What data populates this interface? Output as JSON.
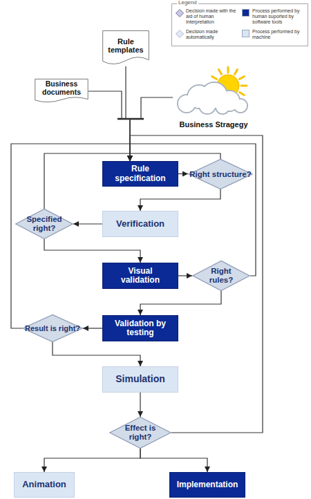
{
  "diagram": {
    "nodes": [
      {
        "text": [
          "Rule templates"
        ]
      },
      {
        "text": [
          "Business documents"
        ]
      },
      {
        "text": [
          "Business Stragegy"
        ]
      },
      {
        "text": [
          "Rule specification"
        ]
      },
      {
        "text": [
          "Right structure?"
        ]
      },
      {
        "text": [
          "Verification"
        ]
      },
      {
        "text": [
          "Specified right?"
        ]
      },
      {
        "text": [
          "Visual validation"
        ]
      },
      {
        "text": [
          "Right rules?"
        ]
      },
      {
        "text": [
          "Validation by testing"
        ]
      },
      {
        "text": [
          "Result is right?"
        ]
      },
      {
        "text": [
          "Simulation"
        ]
      },
      {
        "text": [
          "Effect is right?"
        ]
      },
      {
        "text": [
          "Animation"
        ]
      },
      {
        "text": [
          "Implementation"
        ]
      }
    ],
    "edges": [
      {
        "from": 0,
        "to": 3,
        "arrow": "to"
      },
      {
        "from": 1,
        "to": 3,
        "arrow": "to"
      },
      {
        "from": 2,
        "to": 3,
        "arrow": "to"
      },
      {
        "from": 3,
        "to": 4,
        "arrow": "to"
      },
      {
        "from": 4,
        "to": 5,
        "arrow": "to"
      },
      {
        "from": 5,
        "to": 6,
        "arrow": "to"
      },
      {
        "from": 6,
        "to": 7,
        "arrow": "to"
      },
      {
        "from": 7,
        "to": 8,
        "arrow": "to"
      },
      {
        "from": 8,
        "to": 9,
        "arrow": "to"
      },
      {
        "from": 9,
        "to": 10,
        "arrow": "to"
      },
      {
        "from": 10,
        "to": 11,
        "arrow": "to"
      },
      {
        "from": 11,
        "to": 12,
        "arrow": "to"
      },
      {
        "from": 12,
        "to": 13,
        "arrow": "to"
      },
      {
        "from": 12,
        "to": 14,
        "arrow": "to"
      },
      {
        "from": 12,
        "to": 3,
        "arrow": "to"
      },
      {
        "from": 10,
        "to": 3,
        "arrow": "to"
      },
      {
        "from": 8,
        "to": 3,
        "arrow": "to"
      },
      {
        "from": 6,
        "to": 3,
        "arrow": "to"
      },
      {
        "from": 4,
        "to": 3,
        "arrow": "to"
      }
    ],
    "labels": [
      "Legend"
    ],
    "legend": [
      {
        "text": "Decision made with the aid of human interpretation"
      },
      {
        "text": "Process performed by human suported by software tools",
        "color": "#0b2a95"
      },
      {
        "text": "Decision made automatically"
      },
      {
        "text": "Process performed by machine",
        "color": "#dbe6f4"
      }
    ]
  }
}
